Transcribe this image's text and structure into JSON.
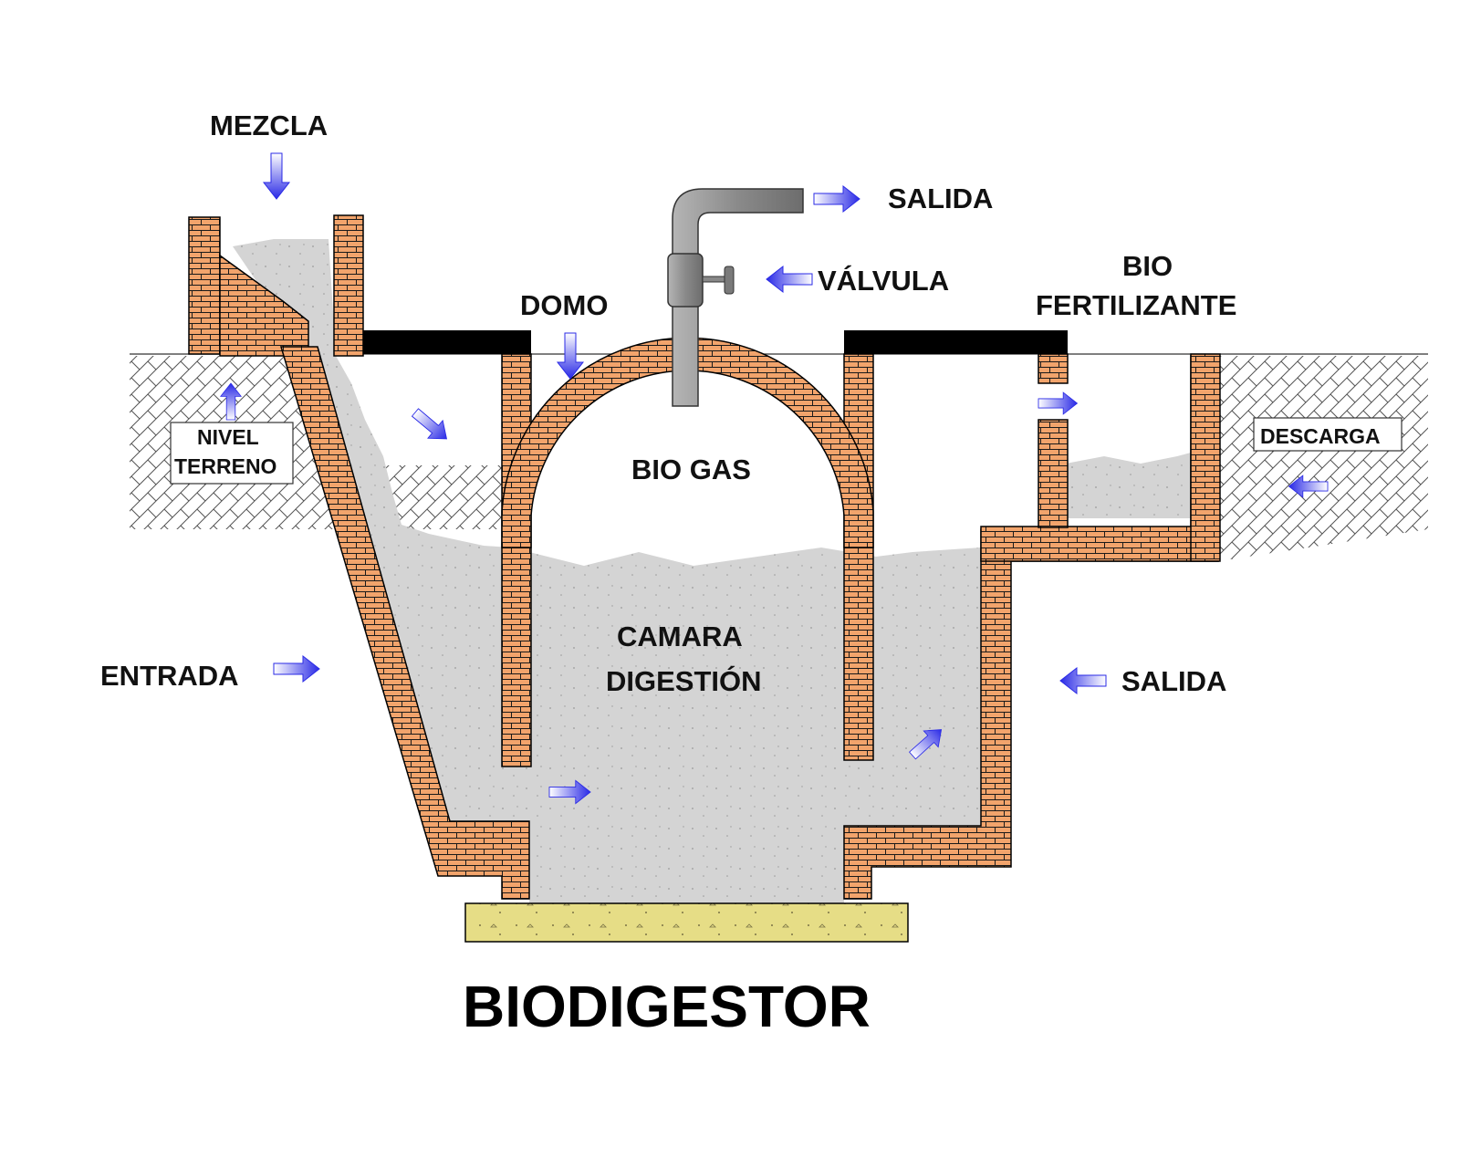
{
  "title": "BIODIGESTOR",
  "labels": {
    "mezcla": "MEZCLA",
    "salida_gas": "SALIDA",
    "valvula": "VÁLVULA",
    "bio_fertilizante_1": "BIO",
    "bio_fertilizante_2": "FERTILIZANTE",
    "domo": "DOMO",
    "nivel_terreno_1": "NIVEL",
    "nivel_terreno_2": "TERRENO",
    "descarga": "DESCARGA",
    "bio_gas": "BIO GAS",
    "camara_1": "CAMARA",
    "camara_2": "DIGESTIÓN",
    "entrada": "ENTRADA",
    "salida_right": "SALIDA"
  },
  "colors": {
    "brick": "#f2a46c",
    "mortar": "#1a1a1a",
    "slurry": "#d4d4d4",
    "pipe": "#8e8e8e",
    "lid": "#000000",
    "foundation": "#e6dd86",
    "arrow": "#2a2ae6"
  },
  "icons": [
    "arrow-down-icon",
    "arrow-right-icon",
    "arrow-left-icon",
    "arrow-up-icon",
    "arrow-diagonal-icon",
    "valve-icon"
  ]
}
